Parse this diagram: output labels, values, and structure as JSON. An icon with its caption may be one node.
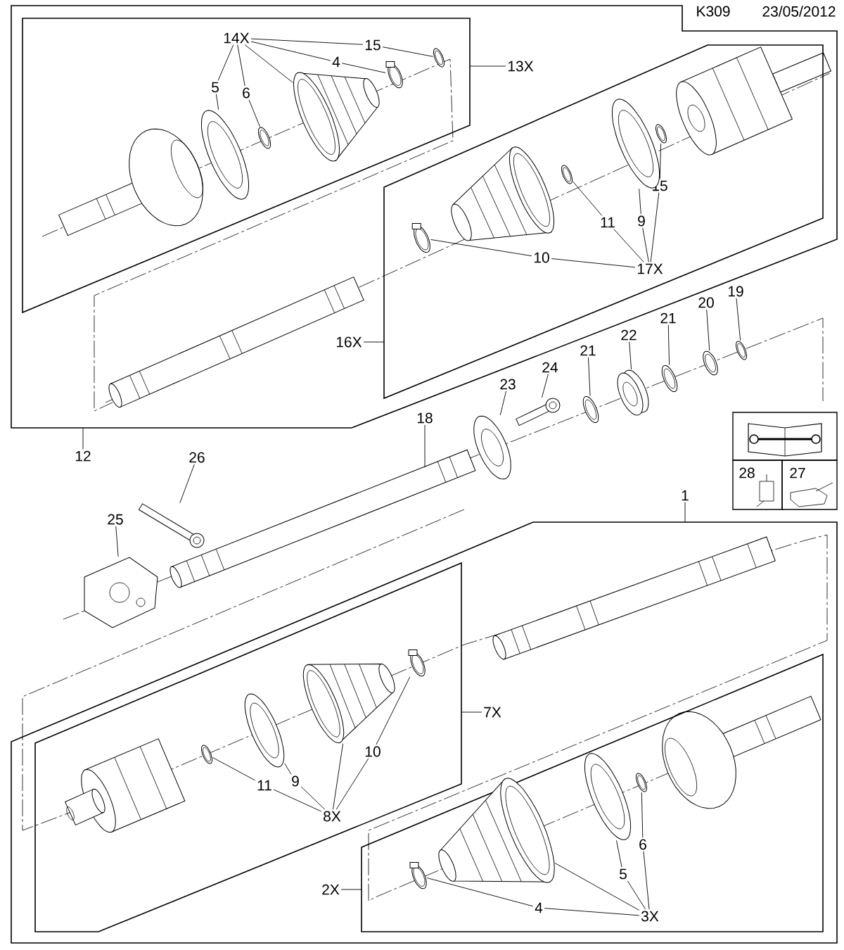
{
  "diagram": {
    "nodes": [
      {
        "text": [],
        "shape": "box"
      },
      {
        "text": [],
        "shape": "box",
        "in": 0
      },
      {
        "text": [
          "14X"
        ],
        "in": 1
      },
      {
        "text": [
          "15"
        ],
        "in": 1
      },
      {
        "text": [
          "4"
        ],
        "in": 1
      },
      {
        "text": [
          "5"
        ],
        "in": 1
      },
      {
        "text": [
          "6"
        ],
        "in": 1
      },
      {
        "text": [
          "13X"
        ],
        "in": 0
      },
      {
        "text": [],
        "shape": "box",
        "in": 0
      },
      {
        "text": [
          "15"
        ],
        "in": 8
      },
      {
        "text": [
          "11"
        ],
        "in": 8
      },
      {
        "text": [
          "9"
        ],
        "in": 8
      },
      {
        "text": [
          "10"
        ],
        "in": 8
      },
      {
        "text": [
          "17X"
        ],
        "in": 8
      },
      {
        "text": [
          "16X"
        ],
        "in": 0
      },
      {
        "text": [
          "12"
        ]
      },
      {
        "text": [
          "19"
        ]
      },
      {
        "text": [
          "20"
        ]
      },
      {
        "text": [
          "21"
        ]
      },
      {
        "text": [
          "22"
        ]
      },
      {
        "text": [
          "21"
        ]
      },
      {
        "text": [
          "24"
        ]
      },
      {
        "text": [
          "23"
        ]
      },
      {
        "text": [
          "18"
        ]
      },
      {
        "text": [
          "26"
        ]
      },
      {
        "text": [
          "25"
        ]
      },
      {
        "text": [
          "1"
        ]
      },
      {
        "text": [],
        "shape": "box"
      },
      {
        "text": [],
        "shape": "box",
        "in": 27
      },
      {
        "text": [
          "7X"
        ],
        "in": 27
      },
      {
        "text": [
          "10"
        ],
        "in": 28
      },
      {
        "text": [
          "11"
        ],
        "in": 28
      },
      {
        "text": [
          "9"
        ],
        "in": 28
      },
      {
        "text": [
          "8X"
        ],
        "in": 28
      },
      {
        "text": [],
        "shape": "box",
        "in": 27
      },
      {
        "text": [
          "2X"
        ],
        "in": 27
      },
      {
        "text": [
          "6"
        ],
        "in": 34
      },
      {
        "text": [
          "5"
        ],
        "in": 34
      },
      {
        "text": [
          "4"
        ],
        "in": 34
      },
      {
        "text": [
          "3X"
        ],
        "in": 34
      },
      {
        "text": [],
        "shape": "picture",
        "in": 1
      },
      {
        "text": [],
        "shape": "picture",
        "in": 1
      },
      {
        "text": [],
        "shape": "picture",
        "in": 1
      },
      {
        "text": [],
        "shape": "picture",
        "in": 1
      },
      {
        "text": [],
        "shape": "picture",
        "in": 1
      },
      {
        "text": [],
        "shape": "picture",
        "in": 8
      },
      {
        "text": [],
        "shape": "picture",
        "in": 8
      },
      {
        "text": [],
        "shape": "picture",
        "in": 8
      },
      {
        "text": [],
        "shape": "picture",
        "in": 8
      },
      {
        "text": [],
        "shape": "picture"
      },
      {
        "text": [],
        "shape": "picture"
      },
      {
        "text": [],
        "shape": "picture"
      },
      {
        "text": [],
        "shape": "picture"
      },
      {
        "text": [],
        "shape": "picture"
      },
      {
        "text": [],
        "shape": "picture"
      },
      {
        "text": [],
        "shape": "picture"
      },
      {
        "text": [],
        "shape": "picture"
      },
      {
        "text": [],
        "shape": "picture"
      },
      {
        "text": [],
        "shape": "picture"
      },
      {
        "text": [],
        "shape": "picture",
        "in": 28
      },
      {
        "text": [],
        "shape": "picture",
        "in": 28
      },
      {
        "text": [],
        "shape": "picture",
        "in": 28
      },
      {
        "text": [],
        "shape": "picture",
        "in": 28
      },
      {
        "text": [],
        "shape": "picture",
        "in": 34
      },
      {
        "text": [],
        "shape": "picture",
        "in": 34
      },
      {
        "text": [],
        "shape": "picture",
        "in": 34
      },
      {
        "text": [],
        "shape": "picture",
        "in": 34
      }
    ],
    "edges": [
      {
        "from": 2,
        "to": 5,
        "arrow": "none"
      },
      {
        "from": 2,
        "to": 6,
        "arrow": "none"
      },
      {
        "from": 2,
        "to": 4,
        "arrow": "none"
      },
      {
        "from": 2,
        "to": 3,
        "arrow": "none"
      },
      {
        "from": 2,
        "to": 40,
        "arrow": "none"
      },
      {
        "from": 3,
        "to": 41,
        "arrow": "none"
      },
      {
        "from": 4,
        "to": 42,
        "arrow": "none"
      },
      {
        "from": 5,
        "to": 43,
        "arrow": "none"
      },
      {
        "from": 6,
        "to": 44,
        "arrow": "none"
      },
      {
        "from": 7,
        "to": 1,
        "arrow": "none"
      },
      {
        "from": 13,
        "to": 10,
        "arrow": "none"
      },
      {
        "from": 13,
        "to": 11,
        "arrow": "none"
      },
      {
        "from": 13,
        "to": 9,
        "arrow": "none"
      },
      {
        "from": 12,
        "to": 13,
        "arrow": "none"
      },
      {
        "from": 12,
        "to": 45,
        "arrow": "none"
      },
      {
        "from": 10,
        "to": 46,
        "arrow": "none"
      },
      {
        "from": 11,
        "to": 47,
        "arrow": "none"
      },
      {
        "from": 9,
        "to": 48,
        "arrow": "none"
      },
      {
        "from": 14,
        "to": 8,
        "arrow": "none"
      },
      {
        "from": 15,
        "to": 0,
        "arrow": "none"
      },
      {
        "from": 16,
        "to": 49,
        "arrow": "none"
      },
      {
        "from": 17,
        "to": 50,
        "arrow": "none"
      },
      {
        "from": 18,
        "to": 51,
        "arrow": "none"
      },
      {
        "from": 19,
        "to": 52,
        "arrow": "none"
      },
      {
        "from": 20,
        "to": 53,
        "arrow": "none"
      },
      {
        "from": 21,
        "to": 54,
        "arrow": "none"
      },
      {
        "from": 22,
        "to": 55,
        "arrow": "none"
      },
      {
        "from": 23,
        "to": 56,
        "arrow": "none"
      },
      {
        "from": 24,
        "to": 57,
        "arrow": "none"
      },
      {
        "from": 25,
        "to": 58,
        "arrow": "none"
      },
      {
        "from": 26,
        "to": 27,
        "arrow": "none"
      },
      {
        "from": 29,
        "to": 28,
        "arrow": "none"
      },
      {
        "from": 33,
        "to": 31,
        "arrow": "none"
      },
      {
        "from": 33,
        "to": 32,
        "arrow": "none"
      },
      {
        "from": 33,
        "to": 59,
        "arrow": "none"
      },
      {
        "from": 30,
        "to": 33,
        "arrow": "none"
      },
      {
        "from": 30,
        "to": 60,
        "arrow": "none"
      },
      {
        "from": 31,
        "to": 61,
        "arrow": "none"
      },
      {
        "from": 32,
        "to": 62,
        "arrow": "none"
      },
      {
        "from": 35,
        "to": 34,
        "arrow": "none"
      },
      {
        "from": 39,
        "to": 37,
        "arrow": "none"
      },
      {
        "from": 39,
        "to": 36,
        "arrow": "none"
      },
      {
        "from": 39,
        "to": 63,
        "arrow": "none"
      },
      {
        "from": 38,
        "to": 39,
        "arrow": "none"
      },
      {
        "from": 38,
        "to": 64,
        "arrow": "none"
      },
      {
        "from": 37,
        "to": 65,
        "arrow": "none"
      },
      {
        "from": 36,
        "to": 66,
        "arrow": "none"
      }
    ],
    "labels": [
      "K309",
      "23/05/2012",
      "28",
      "27"
    ]
  }
}
